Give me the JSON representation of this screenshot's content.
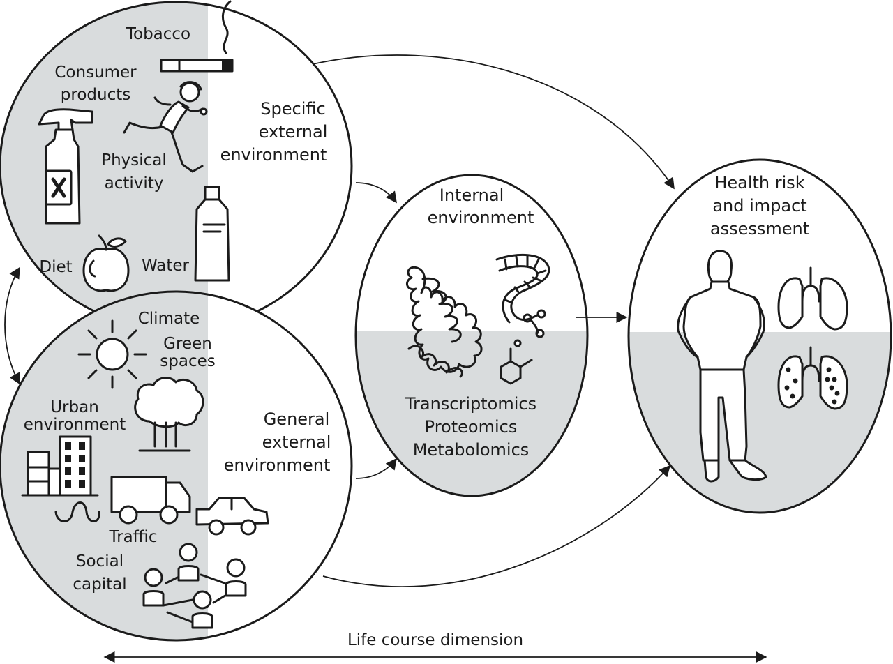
{
  "diagram": {
    "specific": {
      "title_lines": [
        "Specific",
        "external",
        "environment"
      ],
      "labels": {
        "tobacco": "Tobacco",
        "consumer": [
          "Consumer",
          "products"
        ],
        "physical": [
          "Physical",
          "activity"
        ],
        "diet": "Diet",
        "water": "Water"
      }
    },
    "general": {
      "title_lines": [
        "General",
        "external",
        "environment"
      ],
      "labels": {
        "climate": "Climate",
        "green": [
          "Green",
          "spaces"
        ],
        "urban": [
          "Urban",
          "environment"
        ],
        "traffic": "Traffic",
        "social": [
          "Social",
          "capital"
        ]
      }
    },
    "internal": {
      "title_lines": [
        "Internal",
        "environment"
      ],
      "omics": [
        "Transcriptomics",
        "Proteomics",
        "Metabolomics"
      ]
    },
    "health": {
      "title_lines": [
        "Health risk",
        "and impact",
        "assessment"
      ]
    },
    "life_course": "Life course dimension"
  }
}
